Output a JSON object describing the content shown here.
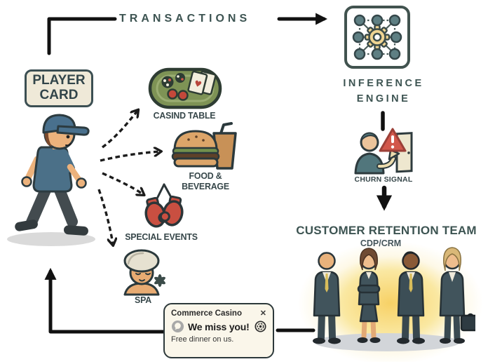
{
  "colors": {
    "heading": "#3d5452",
    "label": "#37474a",
    "arrow": "#111111",
    "outline": "#2c3b40",
    "sign_bg": "#efe9d8",
    "card_bg": "#faf6ea",
    "glow_yellow": "#f7d166",
    "table_green": "#7e9355",
    "glove_red": "#c94f41",
    "shirt_blue": "#4b7088",
    "gear_yellow": "#efd492"
  },
  "flow": {
    "transactions": "TRANSACTIONS",
    "inference_line1": "INFERENCE",
    "inference_line2": "ENGINE",
    "churn": "CHURN SIGNAL",
    "retention_title": "CUSTOMER RETENTION TEAM",
    "retention_subtitle": "CDP/CRM"
  },
  "player": {
    "sign_line1": "PLAYER",
    "sign_line2": "CARD"
  },
  "activities": [
    {
      "label": "CASIND TABLE"
    },
    {
      "label": "FOOD & BEVERAGE"
    },
    {
      "label": "SPECIAL EVENTS"
    },
    {
      "label": "SPA"
    }
  ],
  "notification": {
    "app_name": "Commerce Casino",
    "close": "✕",
    "message": "We miss you!",
    "offer": "Free dinner on us."
  }
}
